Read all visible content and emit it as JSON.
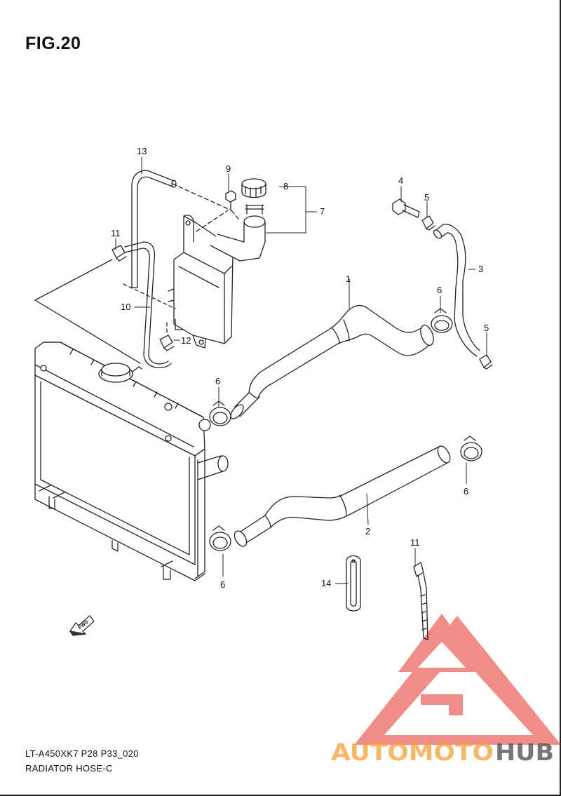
{
  "figure": {
    "title": "FIG.20",
    "code": "LT-A450XK7 P28 P33_020",
    "name": "RADIATOR HOSE-C"
  },
  "callouts": [
    "1",
    "2",
    "3",
    "4",
    "5",
    "5",
    "6",
    "6",
    "6",
    "6",
    "7",
    "8",
    "9",
    "10",
    "11",
    "11",
    "12",
    "13",
    "14"
  ],
  "direction_label": "FWD",
  "watermark": {
    "text_a": "AUTOMOTO",
    "text_b": "HUB",
    "colors": {
      "red": "#e23b33",
      "orange": "#f5a033",
      "gray": "#555555"
    }
  }
}
